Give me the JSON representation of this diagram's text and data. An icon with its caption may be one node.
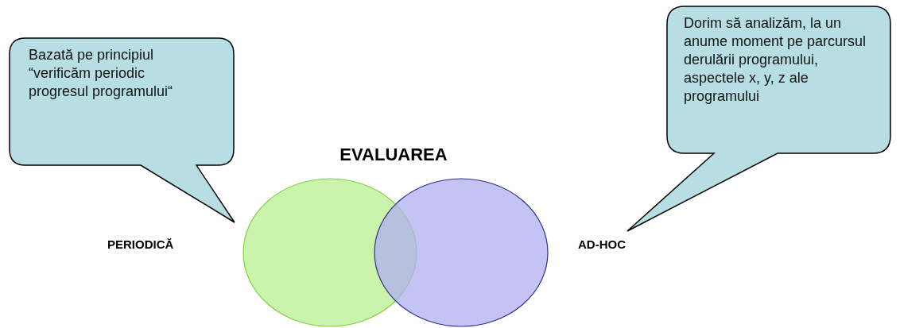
{
  "diagram": {
    "title": "EVALUAREA",
    "nodes": [
      {
        "text": [
          "Bazată pe principiul “verificăm periodic progresul programului“"
        ]
      },
      {
        "text": [
          "Dorim să analizăm, la un anume moment pe parcursul derulării programului,  aspectele x, y, z ale programului"
        ]
      },
      {
        "text": [],
        "shape": "circle"
      },
      {
        "text": [],
        "shape": "circle"
      }
    ],
    "edges": [],
    "labels": [
      "PERIODICĂ",
      "AD-HOC"
    ]
  }
}
